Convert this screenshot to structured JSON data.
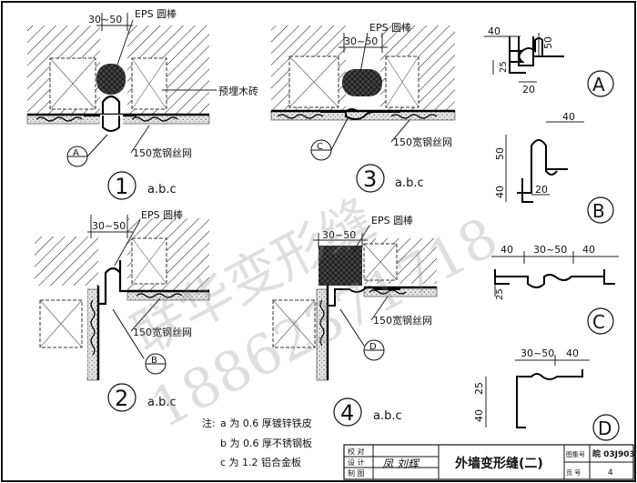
{
  "labels": {
    "dim_30_50": "30~50",
    "eps_rod": "EPS 圆棒",
    "eps_rod_compact": "EPS圆棒",
    "embedded_brick": "预埋木砖",
    "mesh_150": "150宽钢丝网",
    "abc": "a.b.c"
  },
  "details": {
    "d1": {
      "num": "1",
      "ref": "A"
    },
    "d2": {
      "num": "2",
      "ref": "B"
    },
    "d3": {
      "num": "3",
      "ref": "C"
    },
    "d4": {
      "num": "4",
      "ref": "D"
    }
  },
  "profiles": {
    "A": {
      "letter": "A",
      "d1": "40",
      "d2": "50",
      "d3": "25",
      "d4": "20"
    },
    "B": {
      "letter": "B",
      "d1": "40",
      "d2": "50",
      "d3": "40",
      "d4": "20"
    },
    "C": {
      "letter": "C",
      "d1": "40",
      "d2": "30~50",
      "d3": "40",
      "d4": "25"
    },
    "D": {
      "letter": "D",
      "d1": "30~50",
      "d2": "40",
      "d3": "25",
      "d4": "40"
    }
  },
  "notes": {
    "prefix": "注:",
    "a": "a 为 0.6 厚镀锌铁皮",
    "b": "b 为 0.6 厚不锈钢板",
    "c": "c 为 1.2 铝合金板"
  },
  "titleblock": {
    "title": "外墙变形缝(二)",
    "row1": "校  对",
    "row2": "设  计",
    "row3": "制  图",
    "sig": "凤 刘辉",
    "atlas_label": "图集号",
    "atlas_value": "皖 03J903",
    "page_label": "页  号",
    "page_value": "4"
  },
  "watermark": {
    "name": "联华变形缝",
    "phone": "18862371718"
  }
}
